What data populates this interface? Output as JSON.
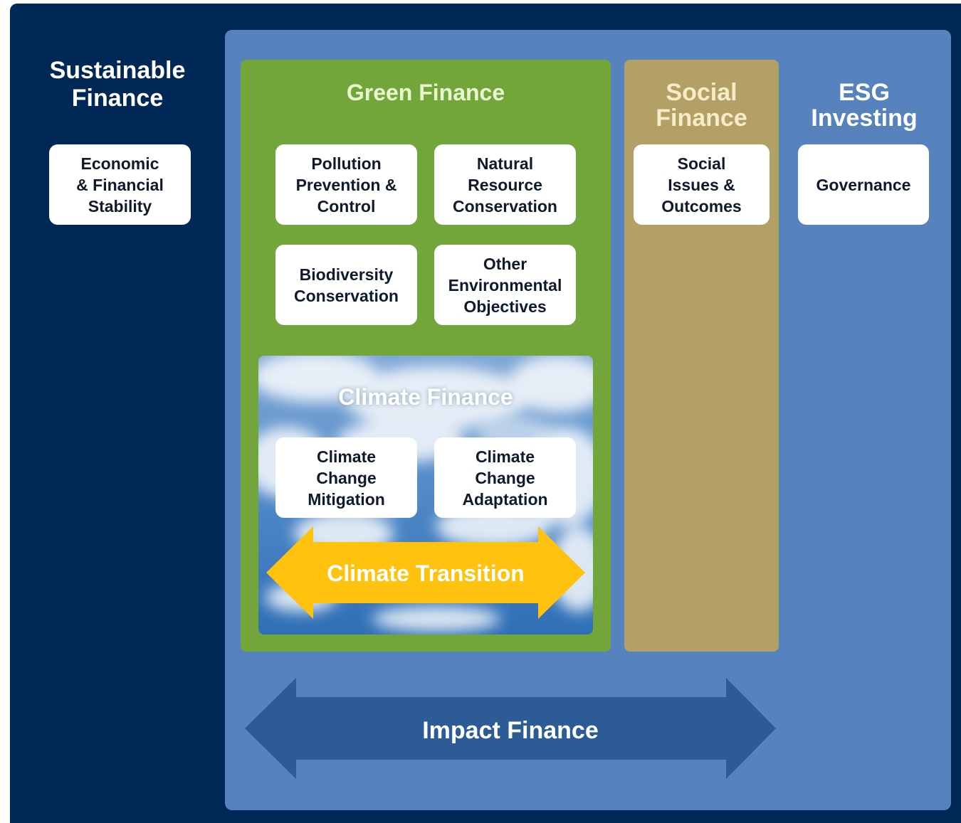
{
  "colors": {
    "outer_bg": "#002857",
    "inner_bg": "#5682bd",
    "green_finance": "#72a63a",
    "social_finance": "#b3a067",
    "social_title": "#f6ecc8",
    "green_title": "#eaf6cf",
    "climate_transition_arrow": "#ffc20e",
    "impact_arrow": "#2c5b96",
    "card_bg": "#ffffff"
  },
  "sustainable_finance": {
    "title": "Sustainable\nFinance",
    "card": "Economic\n& Financial\nStability"
  },
  "green_finance": {
    "title": "Green Finance",
    "cards": [
      "Pollution\nPrevention &\nControl",
      "Natural\nResource\nConservation",
      "Biodiversity\nConservation",
      "Other\nEnvironmental\nObjectives"
    ]
  },
  "climate_finance": {
    "title": "Climate Finance",
    "cards": [
      "Climate\nChange\nMitigation",
      "Climate\nChange\nAdaptation"
    ],
    "transition": "Climate Transition"
  },
  "social_finance": {
    "title": "Social\nFinance",
    "card": "Social\nIssues &\nOutcomes"
  },
  "esg_investing": {
    "title": "ESG\nInvesting",
    "card": "Governance"
  },
  "impact_finance": {
    "label": "Impact Finance"
  }
}
